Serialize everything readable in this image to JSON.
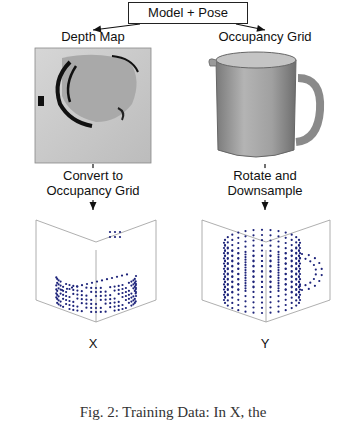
{
  "diagram": {
    "caption": "Fig. 2: Training Data: In X, the",
    "nodes": [
      {
        "text": [
          "Model + Pose"
        ]
      },
      {
        "text": [
          "Depth Map"
        ]
      },
      {
        "text": [
          "Occupancy Grid"
        ]
      },
      {
        "text": [
          "X"
        ]
      },
      {
        "text": [
          "Y"
        ]
      }
    ],
    "edges": [
      {
        "from": 0,
        "to": 1,
        "arrow": "to"
      },
      {
        "from": 0,
        "to": 2,
        "arrow": "to"
      },
      {
        "from": 1,
        "to": 3,
        "label": "Convert to Occupancy Grid",
        "arrow": "to"
      },
      {
        "from": 2,
        "to": 4,
        "label": "Rotate and Downsample",
        "arrow": "to"
      }
    ]
  }
}
